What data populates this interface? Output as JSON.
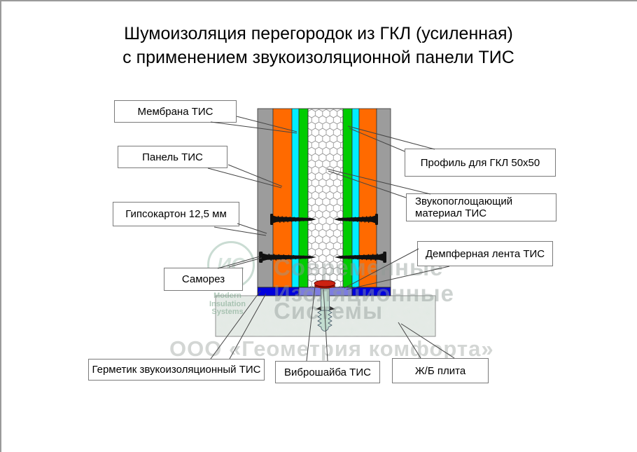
{
  "page": {
    "title_line1": "Шумоизоляция перегородок из ГКЛ (усиленная)",
    "title_line2": "с применением звукоизоляционной панели ТИС"
  },
  "callouts": {
    "membrane": "Мембрана ТИС",
    "panel": "Панель ТИС",
    "gypsum": "Гипсокартон 12,5 мм",
    "screw": "Саморез",
    "profile": "Профиль для ГКЛ 50x50",
    "absorber": "Звукопоглощающий материал ТИС",
    "damper": "Демпферная лента ТИС",
    "sealant": "Герметик звукоизоляционный ТИС",
    "washer": "Виброшайба ТИС",
    "slab": "Ж/Б плита"
  },
  "watermark": {
    "word1": "Современные",
    "word2": "Изоляционные",
    "word3": "Системы",
    "company": "ООО «Геометрия комфорта»",
    "logo_monogram": "ИС",
    "logo_word1": "Modern",
    "logo_word2": "Insulation",
    "logo_word3": "Systems"
  },
  "colors": {
    "gypsum_gray": "#9c9c9c",
    "panel_orange": "#ff6a00",
    "membrane_cyan": "#00eeff",
    "profile_green": "#00cc00",
    "absorber_white": "#ffffff",
    "damper_lavender": "#7d7de0",
    "sealant_blue": "#0000dd",
    "washer_red": "#cc2211",
    "anchor_green": "#c2ddd0",
    "concrete_gray": "#e6ebe7",
    "screw_black": "#111111"
  }
}
